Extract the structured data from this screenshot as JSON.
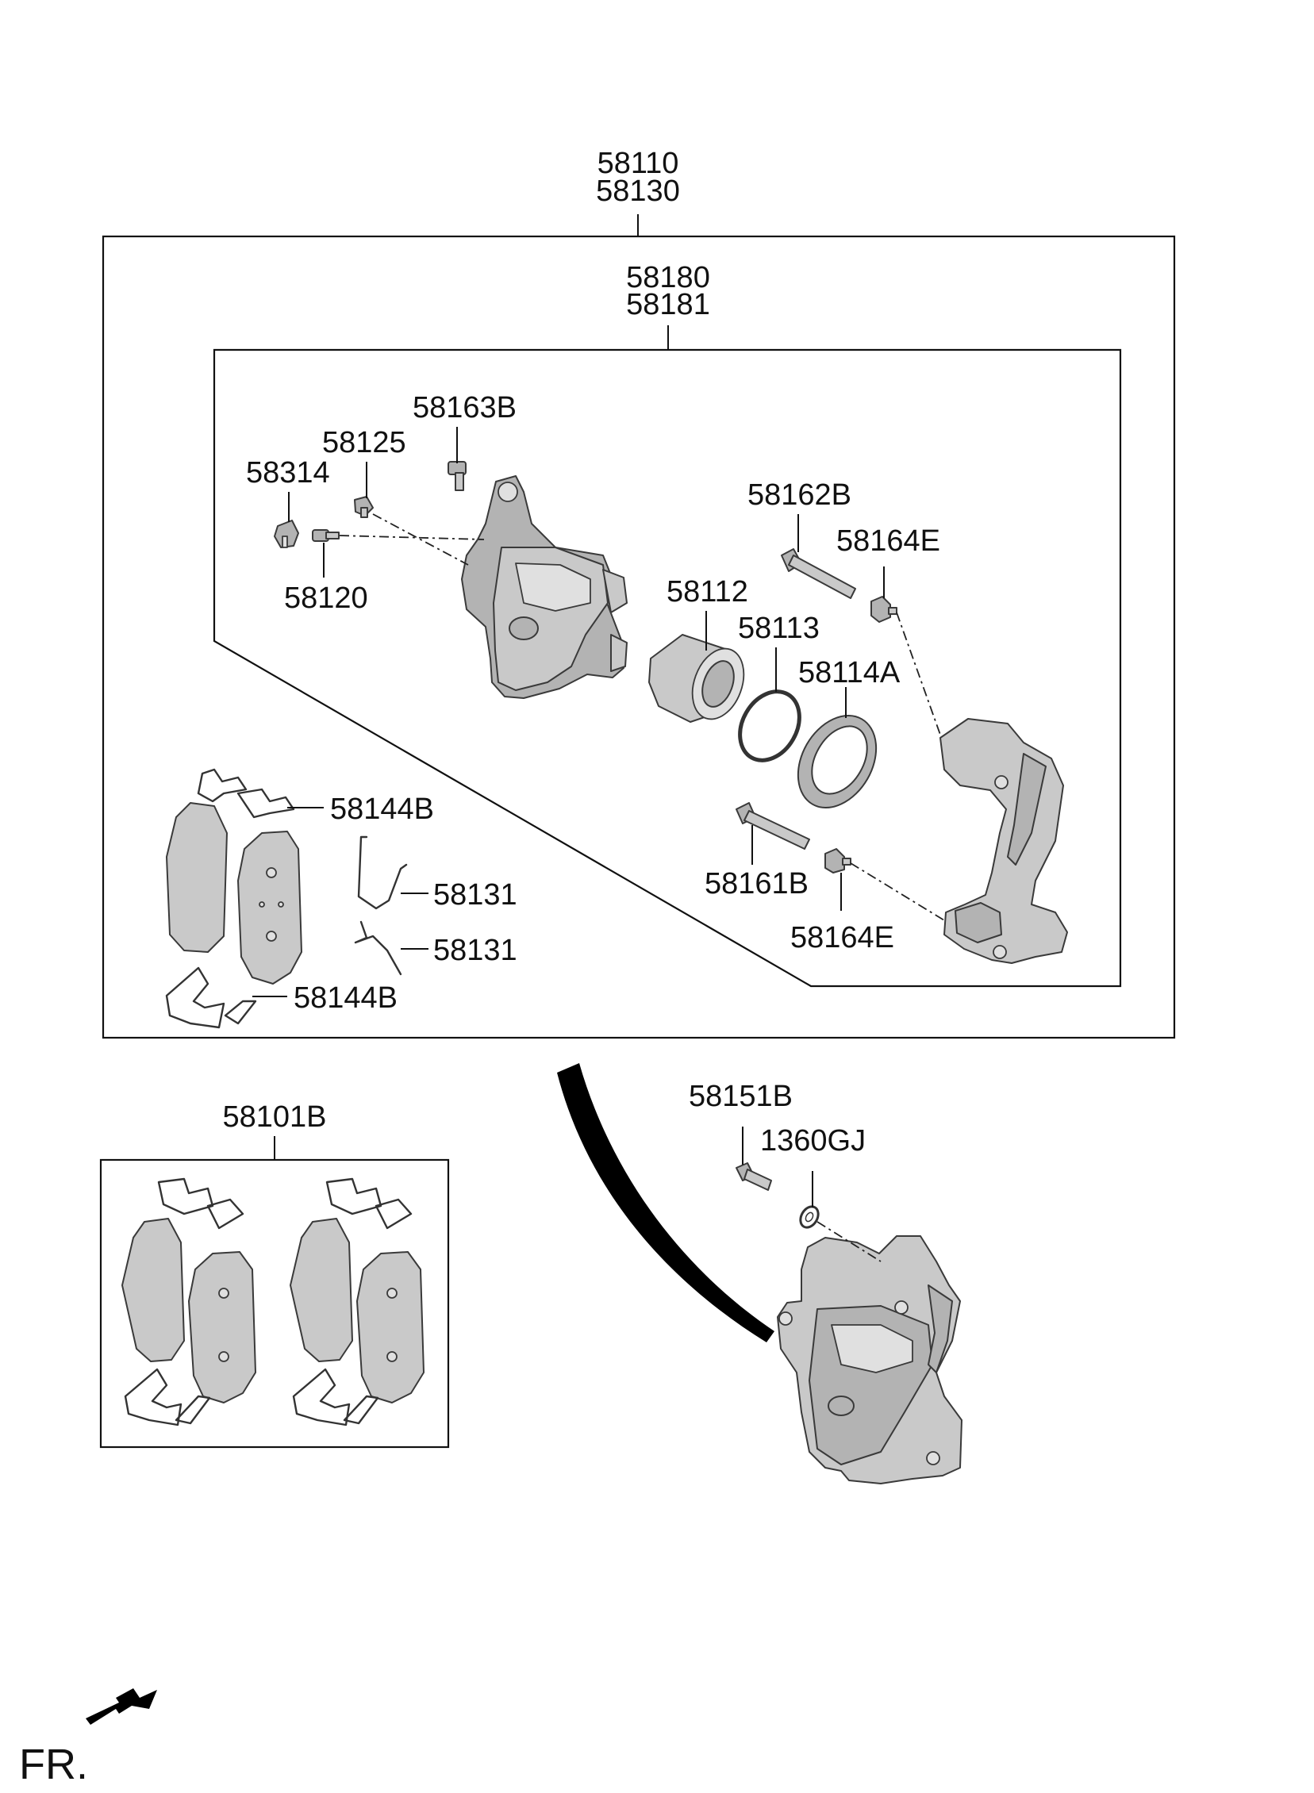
{
  "labels": {
    "assembly_top_1": "58110",
    "assembly_top_2": "58130",
    "caliper_kit_1": "58180",
    "caliper_kit_2": "58181",
    "p58163B": "58163B",
    "p58125": "58125",
    "p58314": "58314",
    "p58120": "58120",
    "p58162B": "58162B",
    "p58164E_top": "58164E",
    "p58112": "58112",
    "p58113": "58113",
    "p58114A": "58114A",
    "p58144B_top": "58144B",
    "p58131_a": "58131",
    "p58131_b": "58131",
    "p58144B_bottom": "58144B",
    "p58161B": "58161B",
    "p58164E_bottom": "58164E",
    "pad_kit": "58101B",
    "p58151B": "58151B",
    "p1360GJ": "1360GJ"
  },
  "direction_marker": "FR.",
  "colors": {
    "line": "#111111",
    "part_fill": "#c9c9c9",
    "part_dark": "#b3b3b3"
  }
}
